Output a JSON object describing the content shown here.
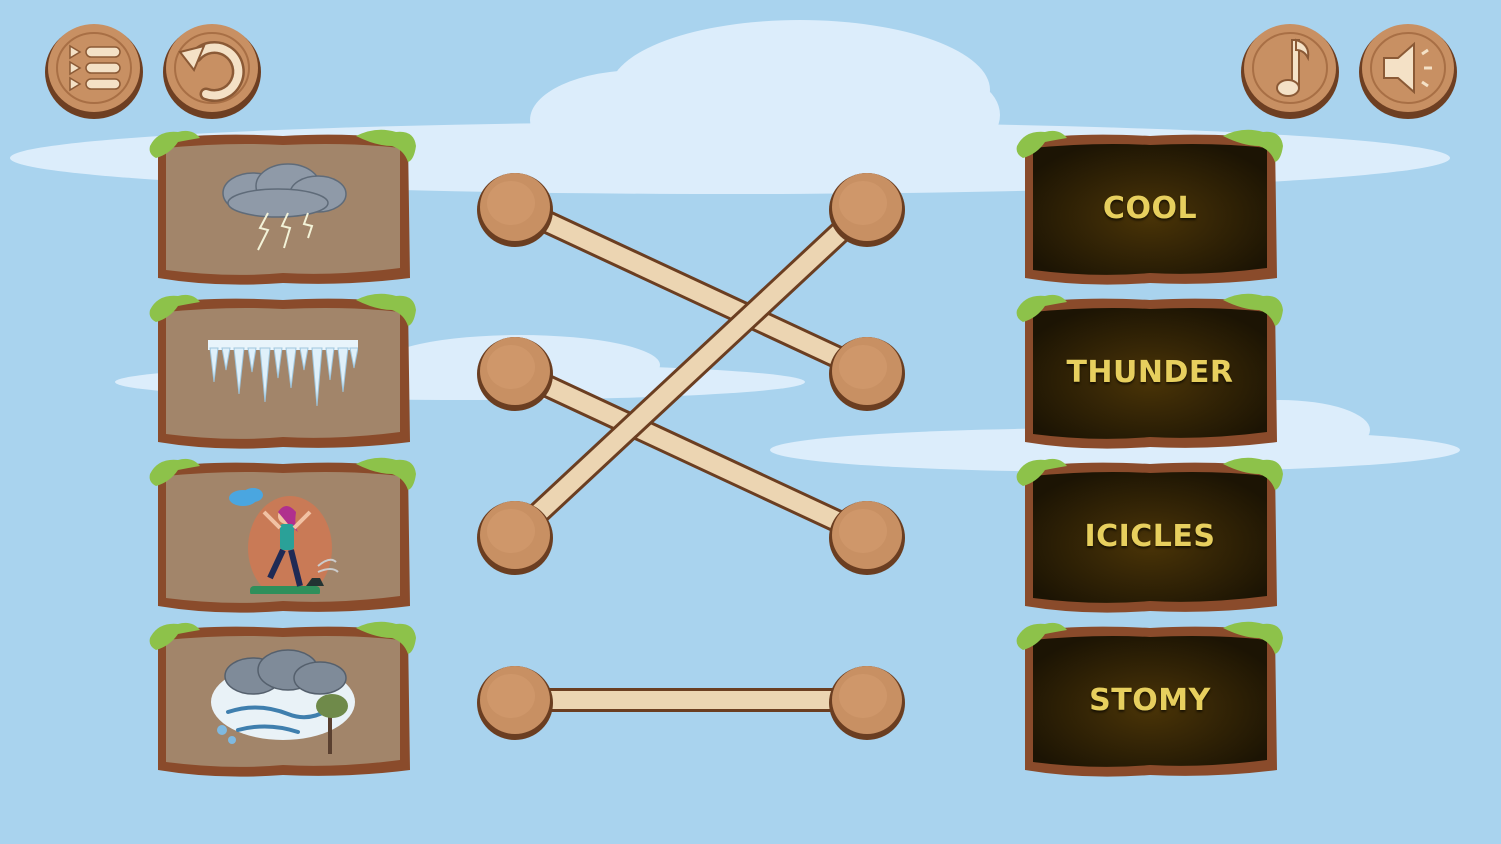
{
  "game": {
    "type": "match-pictures-to-words",
    "toolbar": {
      "left": [
        {
          "name": "level-menu-button",
          "icon": "menu-list-icon"
        },
        {
          "name": "undo-button",
          "icon": "undo-arrow-icon"
        }
      ],
      "right": [
        {
          "name": "music-toggle-button",
          "icon": "music-note-icon"
        },
        {
          "name": "sound-toggle-button",
          "icon": "speaker-icon"
        }
      ]
    },
    "pictures": [
      {
        "name": "thunder-cloud-card",
        "icon": "thunderstorm-icon"
      },
      {
        "name": "icicles-card",
        "icon": "icicles-icon"
      },
      {
        "name": "cool-weather-card",
        "icon": "girl-in-wind-icon"
      },
      {
        "name": "stormy-wind-card",
        "icon": "storm-wind-icon"
      }
    ],
    "words": [
      {
        "label": "COOL"
      },
      {
        "label": "THUNDER"
      },
      {
        "label": "ICICLES"
      },
      {
        "label": "STOMY"
      }
    ],
    "connections": [
      {
        "from": 0,
        "to": 1
      },
      {
        "from": 1,
        "to": 2
      },
      {
        "from": 2,
        "to": 0
      },
      {
        "from": 3,
        "to": 3
      }
    ],
    "colors": {
      "sky": "#a9d3ee",
      "cloud": "#dcedfb",
      "wood_card": "#a2856a",
      "wood_border": "#7a4a2c",
      "grass": "#8dc24a",
      "dark_card": "#3b2a08",
      "word_text": "#e7cf5e",
      "knob": "#c89063",
      "stick": "#ecd5b2"
    }
  }
}
